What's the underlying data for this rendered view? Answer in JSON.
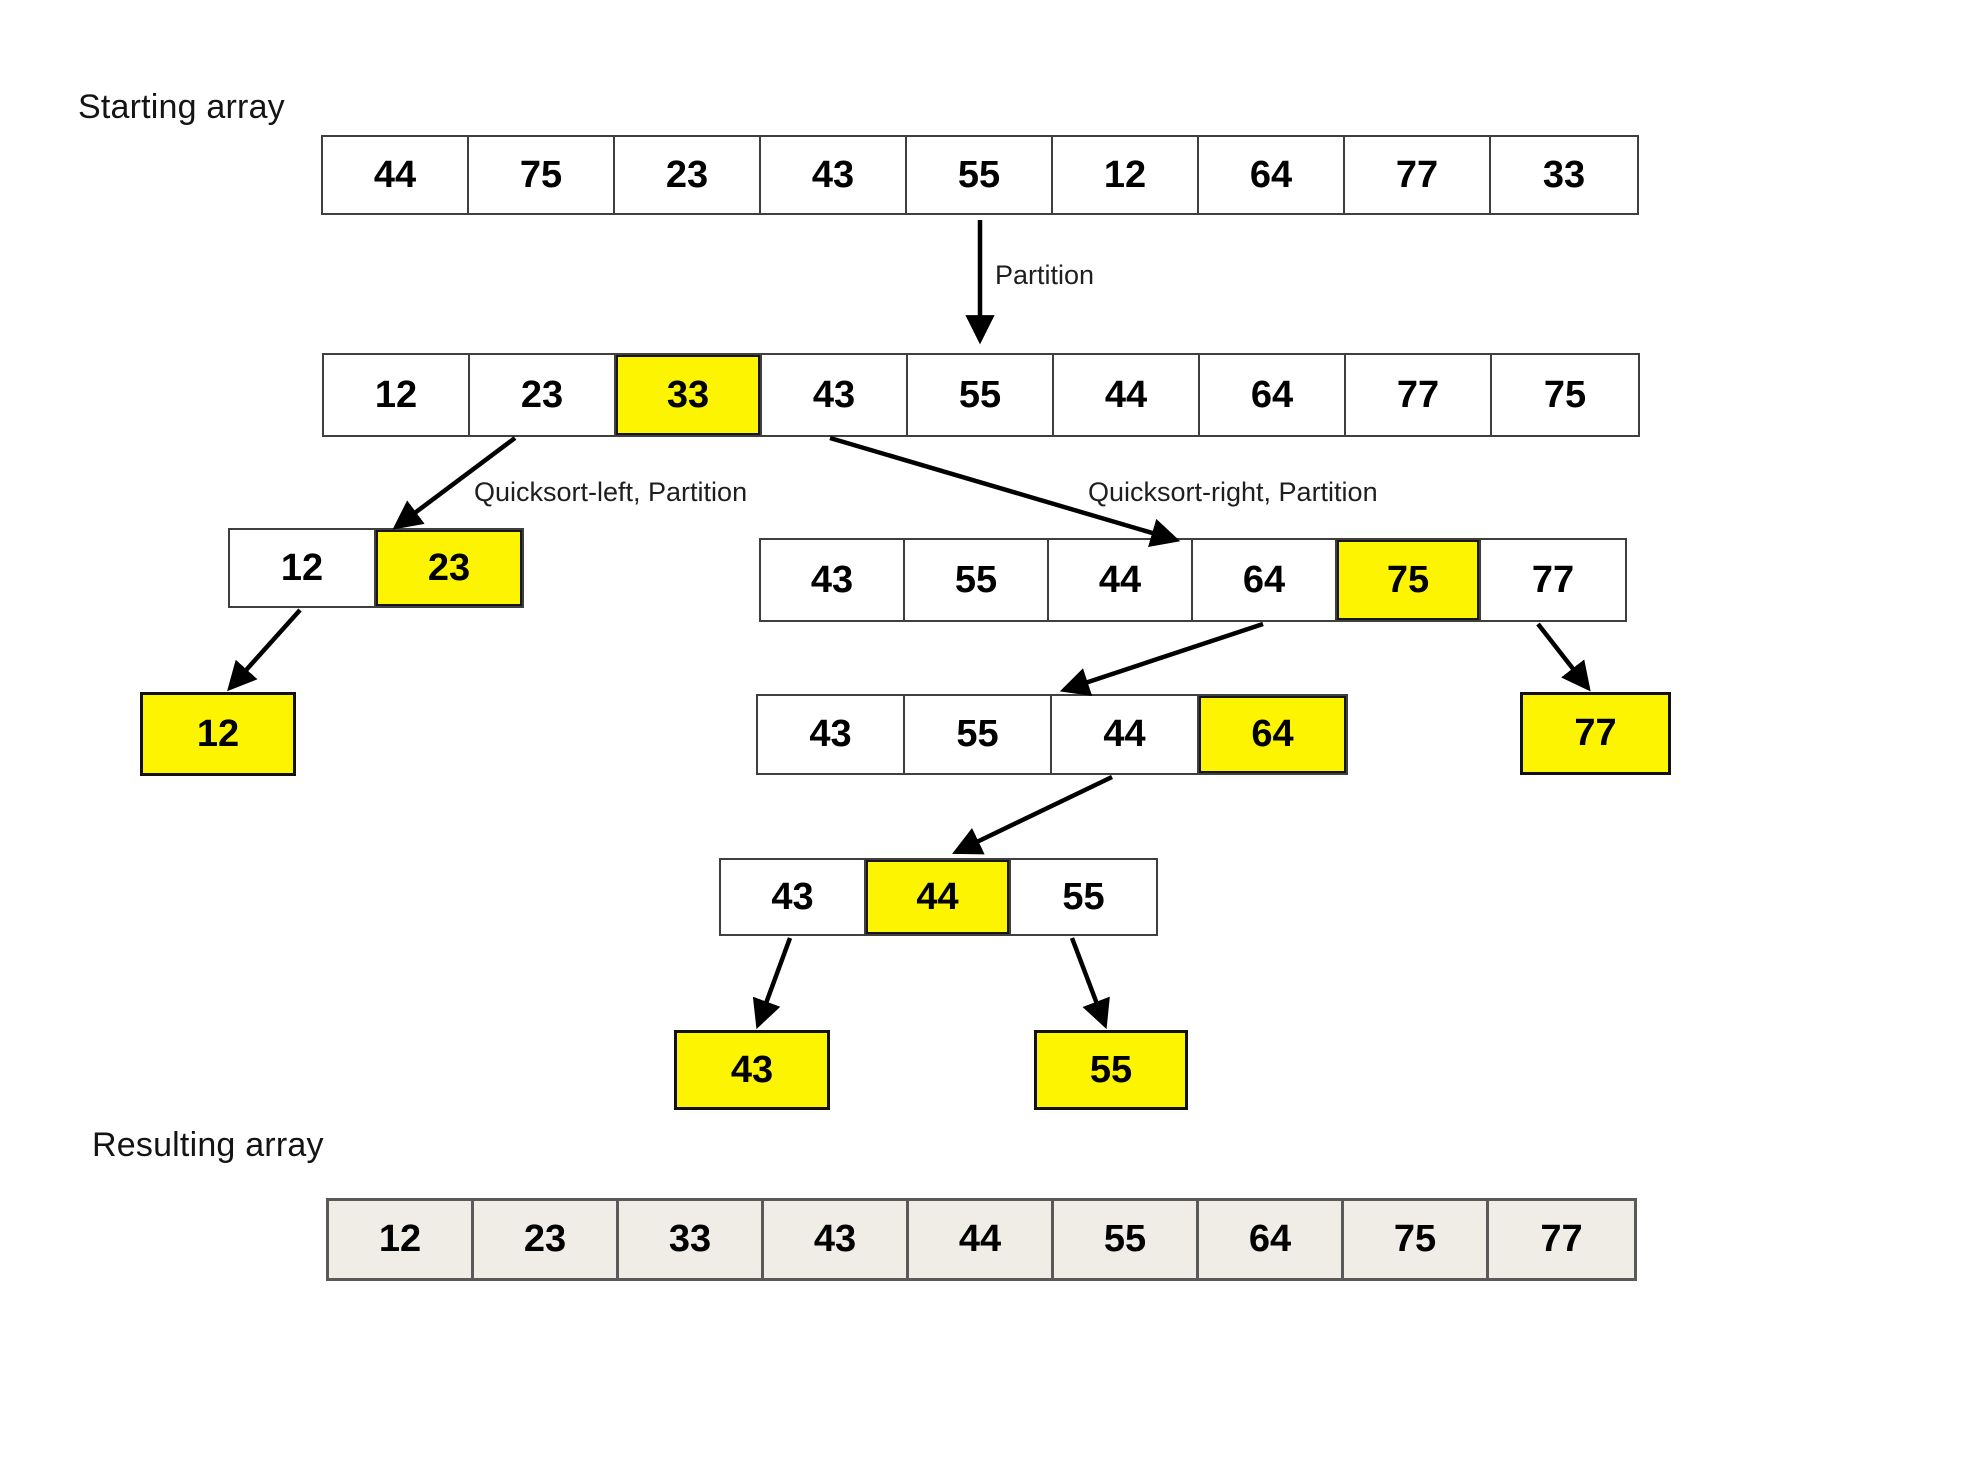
{
  "labels": {
    "starting_array": "Starting array",
    "resulting_array": "Resulting array",
    "partition": "Partition",
    "quicksort_left": "Quicksort-left, Partition",
    "quicksort_right": "Quicksort-right, Partition"
  },
  "colors": {
    "highlight_yellow": "#FCF400",
    "result_cell_fill": "#F0EDE6",
    "cell_border": "#3F3F3F",
    "result_border": "#595959",
    "arrow": "#000000"
  },
  "arrays": {
    "starting": {
      "cells": [
        {
          "v": "44"
        },
        {
          "v": "75"
        },
        {
          "v": "23"
        },
        {
          "v": "43"
        },
        {
          "v": "55"
        },
        {
          "v": "12"
        },
        {
          "v": "64"
        },
        {
          "v": "77"
        },
        {
          "v": "33"
        }
      ]
    },
    "partitioned": {
      "cells": [
        {
          "v": "12"
        },
        {
          "v": "23"
        },
        {
          "v": "33",
          "hl": true
        },
        {
          "v": "43"
        },
        {
          "v": "55"
        },
        {
          "v": "44"
        },
        {
          "v": "64"
        },
        {
          "v": "77"
        },
        {
          "v": "75"
        }
      ]
    },
    "left_pair": {
      "cells": [
        {
          "v": "12"
        },
        {
          "v": "23",
          "hl": true
        }
      ]
    },
    "right_six": {
      "cells": [
        {
          "v": "43"
        },
        {
          "v": "55"
        },
        {
          "v": "44"
        },
        {
          "v": "64"
        },
        {
          "v": "75",
          "hl": true
        },
        {
          "v": "77"
        }
      ]
    },
    "single_12": {
      "cells": [
        {
          "v": "12",
          "hl": true
        }
      ]
    },
    "mid_four": {
      "cells": [
        {
          "v": "43"
        },
        {
          "v": "55"
        },
        {
          "v": "44"
        },
        {
          "v": "64",
          "hl": true
        }
      ]
    },
    "single_77": {
      "cells": [
        {
          "v": "77",
          "hl": true
        }
      ]
    },
    "mid_three": {
      "cells": [
        {
          "v": "43"
        },
        {
          "v": "44",
          "hl": true
        },
        {
          "v": "55"
        }
      ]
    },
    "single_43": {
      "cells": [
        {
          "v": "43",
          "hl": true
        }
      ]
    },
    "single_55": {
      "cells": [
        {
          "v": "55",
          "hl": true
        }
      ]
    },
    "resulting": {
      "cells": [
        {
          "v": "12"
        },
        {
          "v": "23"
        },
        {
          "v": "33"
        },
        {
          "v": "43"
        },
        {
          "v": "44"
        },
        {
          "v": "55"
        },
        {
          "v": "64"
        },
        {
          "v": "75"
        },
        {
          "v": "77"
        }
      ]
    }
  }
}
